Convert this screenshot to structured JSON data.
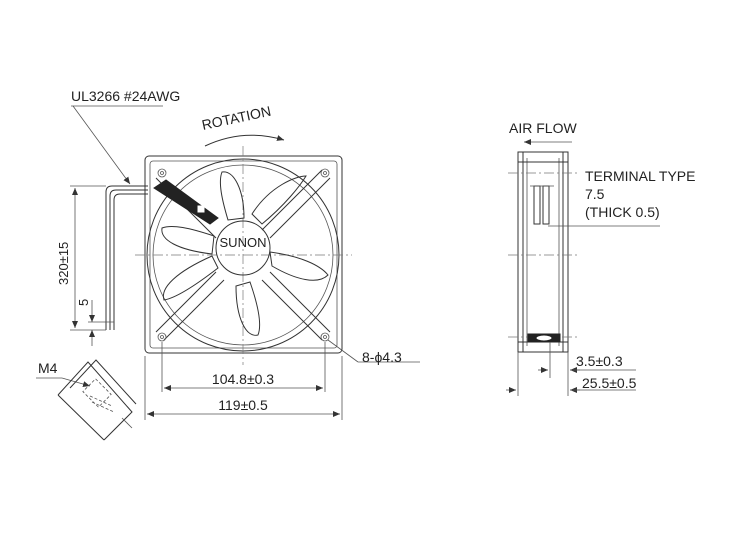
{
  "labels": {
    "wire_spec": "UL3266 #24AWG",
    "rotation": "ROTATION",
    "brand": "SUNON",
    "lead_length": "320±15",
    "strip_length": "5",
    "thread": "M4",
    "hole_spec": "8-ϕ4.3",
    "hole_pitch": "104.8±0.3",
    "width": "119±0.5",
    "air_flow": "AIR FLOW",
    "terminal_type": "TERMINAL TYPE",
    "terminal_size": "7.5",
    "terminal_thick": "(THICK 0.5)",
    "flange": "3.5±0.3",
    "depth": "25.5±0.5"
  },
  "colors": {
    "line": "#333333",
    "label": "#222222",
    "lead": "#222222",
    "background": "#ffffff"
  },
  "icons": {
    "rotation_arrow": "curved-arrow-icon",
    "airflow_arrow": "left-arrow-icon"
  }
}
